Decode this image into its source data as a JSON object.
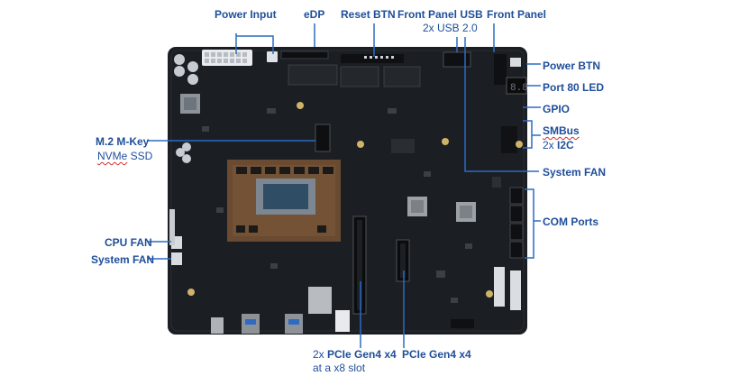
{
  "labels": {
    "power_input": "Power Input",
    "edp": "eDP",
    "reset_btn": "Reset BTN",
    "front_panel_usb": "Front Panel USB",
    "front_panel_usb_sub": "2x USB 2.0",
    "front_panel": "Front Panel",
    "power_btn": "Power BTN",
    "port80": "Port 80 LED",
    "gpio": "GPIO",
    "smbus": "SMBus",
    "i2c_prefix": "2x ",
    "i2c": "I2C",
    "system_fan_right": "System FAN",
    "com_ports": "COM Ports",
    "m2_key": "M.2 M-Key",
    "nvme_a": "NVMe",
    "nvme_b": " SSD",
    "cpu_fan": "CPU FAN",
    "system_fan_left": "System FAN",
    "pcie_x8_a": "2x ",
    "pcie_x8_b": "PCIe Gen4 x4",
    "pcie_x8_c": "at a x8 slot",
    "pcie_x4": "PCIe Gen4 x4"
  },
  "colors": {
    "label": "#1f4e9a",
    "leader_line": "#2a6cc4",
    "board": "#1b1e22"
  },
  "port80_digits": "8.8"
}
